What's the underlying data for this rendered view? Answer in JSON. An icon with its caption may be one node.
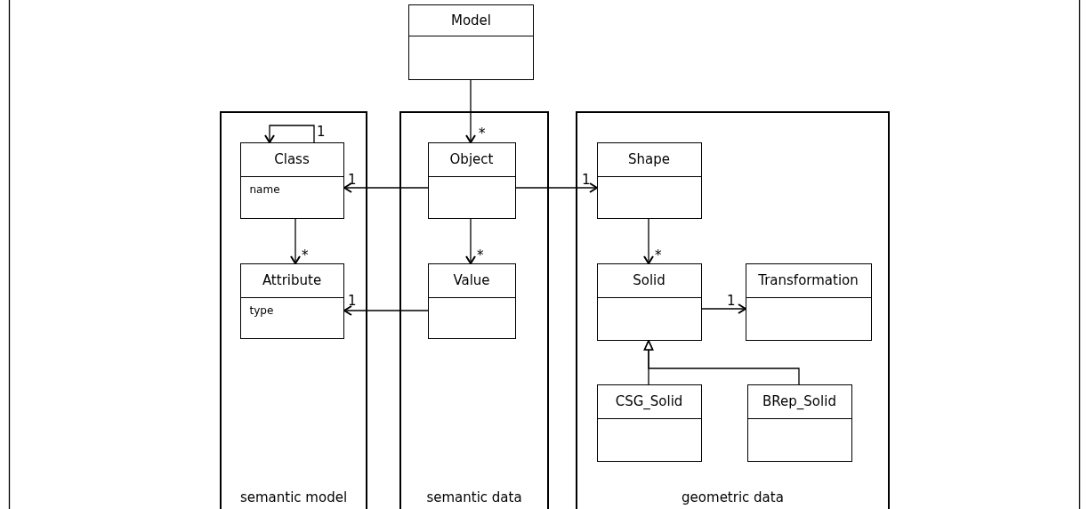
{
  "diagram": {
    "nodes": [
      {
        "text": [
          "Model"
        ]
      },
      {
        "text": [
          "semantic model"
        ]
      },
      {
        "text": [
          "Class",
          "name"
        ],
        "in": 1
      },
      {
        "text": [
          "Attribute",
          "type"
        ],
        "in": 1
      },
      {
        "text": [
          "semantic data"
        ]
      },
      {
        "text": [
          "Object"
        ],
        "in": 4
      },
      {
        "text": [
          "Value"
        ],
        "in": 4
      },
      {
        "text": [
          "geometric data"
        ]
      },
      {
        "text": [
          "Shape"
        ],
        "in": 7
      },
      {
        "text": [
          "Solid"
        ],
        "in": 7
      },
      {
        "text": [
          "Transformation"
        ],
        "in": 7
      },
      {
        "text": [
          "CSG_Solid"
        ],
        "in": 7
      },
      {
        "text": [
          "BRep_Solid"
        ],
        "in": 7
      }
    ],
    "edges": [
      {
        "from": 0,
        "to": 5,
        "arrow": "to",
        "label": "*"
      },
      {
        "from": 2,
        "to": 2,
        "arrow": "to",
        "label": "1"
      },
      {
        "from": 5,
        "to": 2,
        "arrow": "to",
        "label": "1"
      },
      {
        "from": 5,
        "to": 8,
        "arrow": "to",
        "label": "1"
      },
      {
        "from": 2,
        "to": 3,
        "arrow": "to",
        "label": "*"
      },
      {
        "from": 5,
        "to": 6,
        "arrow": "to",
        "label": "*"
      },
      {
        "from": 6,
        "to": 3,
        "arrow": "to",
        "label": "1"
      },
      {
        "from": 8,
        "to": 9,
        "arrow": "to",
        "label": "*"
      },
      {
        "from": 9,
        "to": 10,
        "arrow": "to",
        "label": "1"
      },
      {
        "from": 11,
        "to": 9,
        "arrow": "to"
      },
      {
        "from": 12,
        "to": 9,
        "arrow": "to"
      }
    ]
  }
}
